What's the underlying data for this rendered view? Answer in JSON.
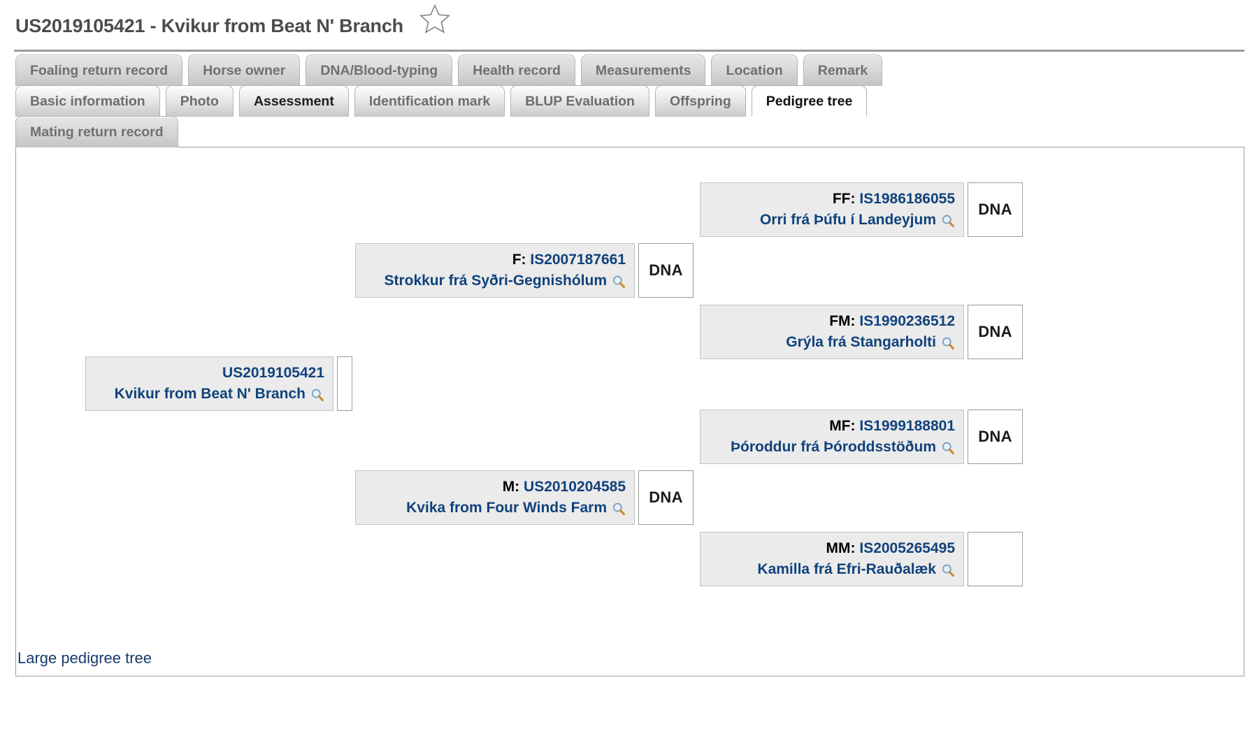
{
  "header": {
    "title": "US2019105421 - Kvikur from Beat N' Branch",
    "favorite_icon": "star-outline-icon"
  },
  "tabs": {
    "row1": [
      {
        "label": "Foaling return record",
        "active": false
      },
      {
        "label": "Horse owner",
        "active": false
      },
      {
        "label": "DNA/Blood-typing",
        "active": false
      },
      {
        "label": "Health record",
        "active": false
      },
      {
        "label": "Measurements",
        "active": false
      },
      {
        "label": "Location",
        "active": false
      },
      {
        "label": "Remark",
        "active": false
      }
    ],
    "row2": [
      {
        "label": "Basic information",
        "active": false
      },
      {
        "label": "Photo",
        "active": false
      },
      {
        "label": "Assessment",
        "active": false
      },
      {
        "label": "Identification mark",
        "active": false
      },
      {
        "label": "BLUP Evaluation",
        "active": false
      },
      {
        "label": "Offspring",
        "active": false
      },
      {
        "label": "Pedigree tree",
        "active": true
      }
    ],
    "row3": [
      {
        "label": "Mating return record",
        "active": false
      }
    ]
  },
  "pedigree": {
    "self": {
      "prefix": "",
      "id": "US2019105421",
      "name": "Kvikur from Beat N' Branch",
      "dna_label": "",
      "search_icon": "magnifying-glass-icon"
    },
    "f": {
      "prefix": "F:",
      "id": "IS2007187661",
      "name": "Strokkur frá Syðri-Gegnishólum",
      "dna_label": "DNA",
      "search_icon": "magnifying-glass-icon"
    },
    "ff": {
      "prefix": "FF:",
      "id": "IS1986186055",
      "name": "Orri frá Þúfu í Landeyjum",
      "dna_label": "DNA",
      "search_icon": "magnifying-glass-icon"
    },
    "fm": {
      "prefix": "FM:",
      "id": "IS1990236512",
      "name": "Grýla frá Stangarholti",
      "dna_label": "DNA",
      "search_icon": "magnifying-glass-icon"
    },
    "m": {
      "prefix": "M:",
      "id": "US2010204585",
      "name": "Kvika from Four Winds Farm",
      "dna_label": "DNA",
      "search_icon": "magnifying-glass-icon"
    },
    "mf": {
      "prefix": "MF:",
      "id": "IS1999188801",
      "name": "Þóroddur frá Þóroddsstöðum",
      "dna_label": "DNA",
      "search_icon": "magnifying-glass-icon"
    },
    "mm": {
      "prefix": "MM:",
      "id": "IS2005265495",
      "name": "Kamilla frá Efri-Rauðalæk",
      "dna_label": "",
      "search_icon": "magnifying-glass-icon"
    }
  },
  "footer": {
    "large_pedigree_link": "Large pedigree tree"
  },
  "colors": {
    "link": "#10427c",
    "node_bg": "#ebebeb",
    "title": "#4c4c4c",
    "footer_link": "#173a6d"
  }
}
